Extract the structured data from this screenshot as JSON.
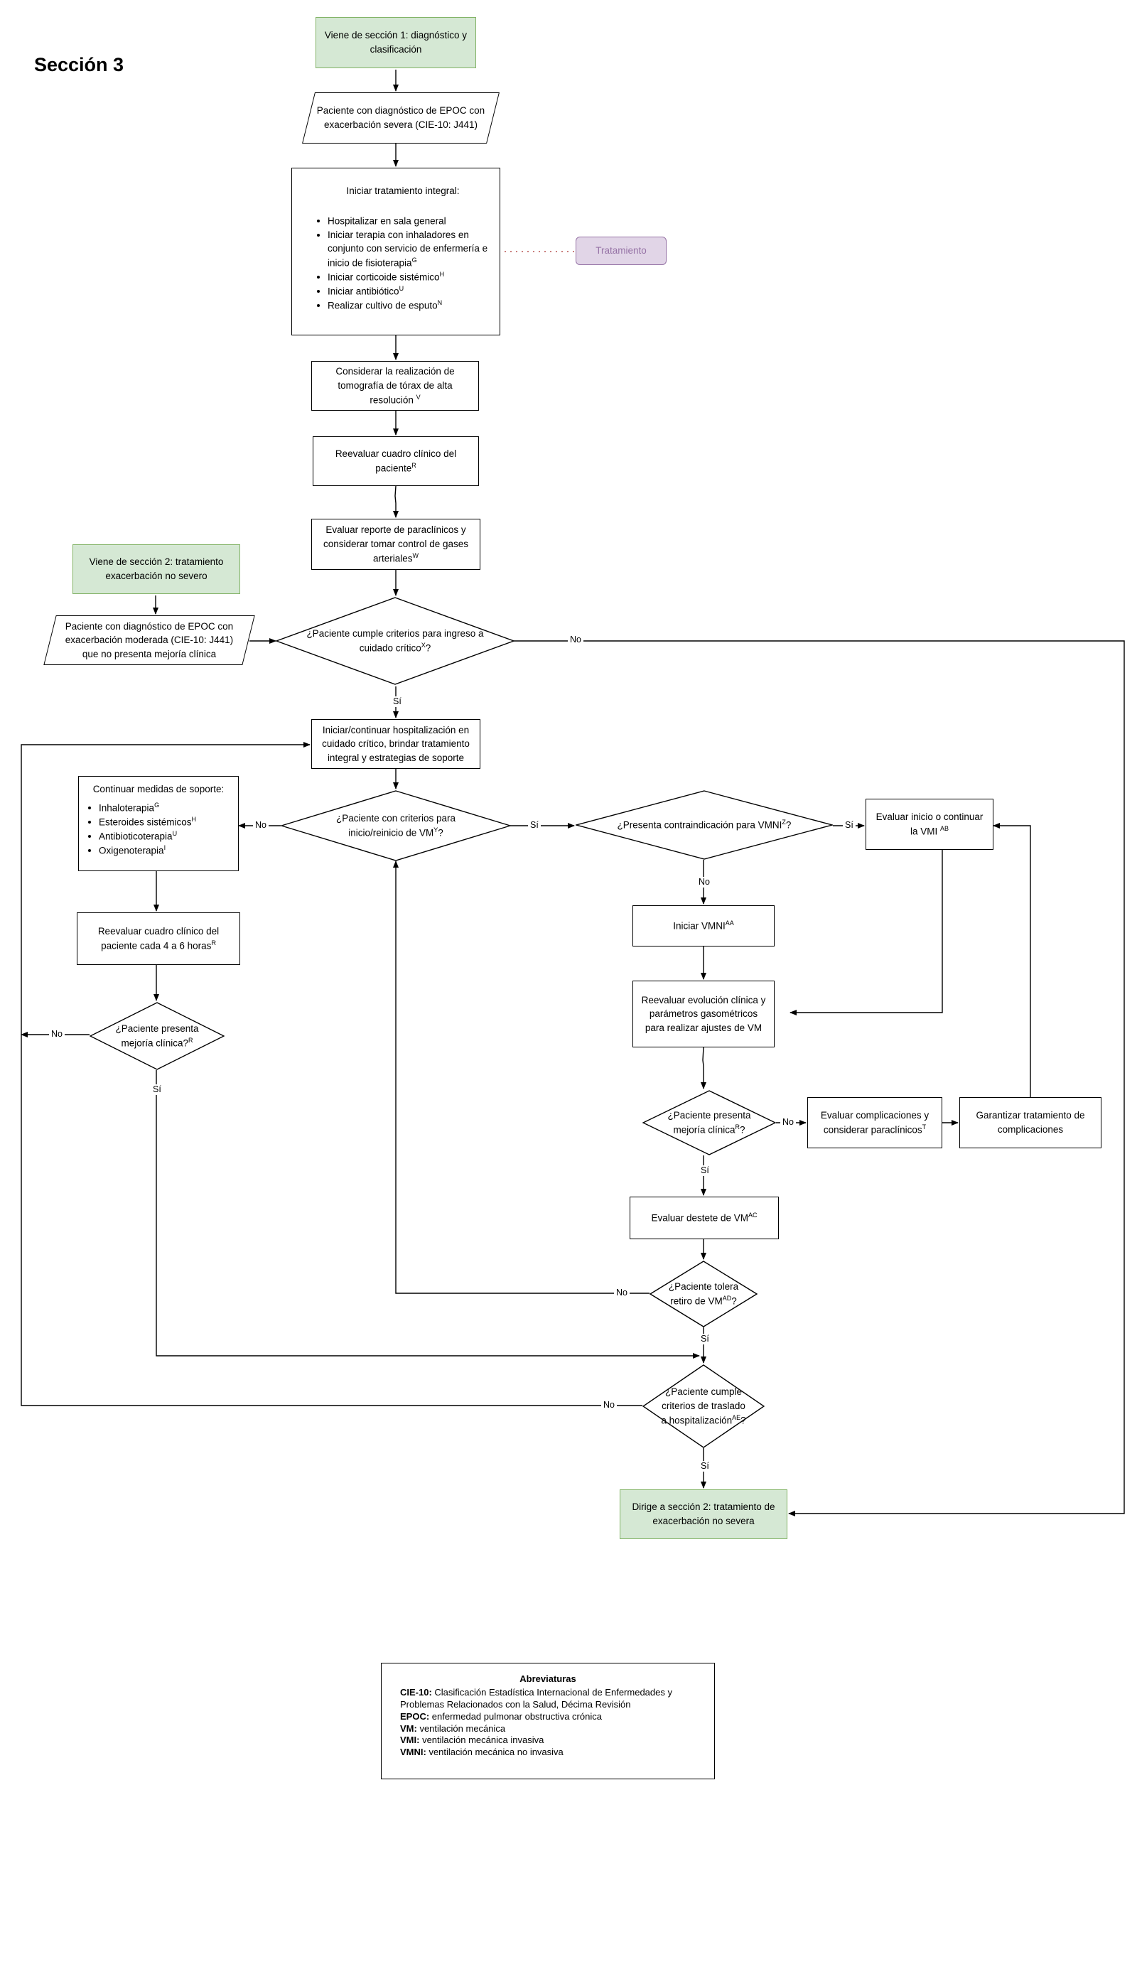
{
  "title": "Sección 3",
  "nodes": {
    "start1": "Viene de sección 1: diagnóstico y clasificación",
    "diag_severe": "Paciente con diagnóstico de EPOC con exacerbación severa (CIE-10: J441)",
    "treatment_head": "Iniciar tratamiento integral:",
    "treatment_items": [
      {
        "t": "Hospitalizar en sala general",
        "s": ""
      },
      {
        "t": "Iniciar terapia con inhaladores en conjunto con servicio de enfermería e inicio de fisioterapia",
        "s": "G"
      },
      {
        "t": "Iniciar corticoide sistémico",
        "s": "H"
      },
      {
        "t": "Iniciar antibiótico",
        "s": "U"
      },
      {
        "t": "Realizar cultivo de esputo",
        "s": "N"
      }
    ],
    "treatment_tag": "Tratamiento",
    "tomography": {
      "t": "Considerar la realización de tomografía de tórax de alta resolución",
      "s": "V"
    },
    "reeval1": {
      "t": "Reevaluar cuadro clínico del paciente",
      "s": "R"
    },
    "paraclinics": {
      "t": "Evaluar reporte de paraclínicos y considerar tomar control de gases arteriales",
      "s": "W"
    },
    "start2": "Viene de sección 2: tratamiento exacerbación no severo",
    "diag_moderate": "Paciente con diagnóstico de EPOC con exacerbación moderada (CIE-10: J441) que no presenta mejoría clínica",
    "icu_criteria": {
      "t": "¿Paciente cumple criterios para ingreso a cuidado crítico",
      "s": "X",
      "e": "?"
    },
    "icu_start": "Iniciar/continuar hospitalización en cuidado crítico, brindar tratamiento integral y estrategias de soporte",
    "support_head": "Continuar medidas de soporte:",
    "support_items": [
      {
        "t": "Inhaloterapia",
        "s": "G"
      },
      {
        "t": "Esteroides sistémicos",
        "s": "H"
      },
      {
        "t": "Antibioticoterapia",
        "s": "U"
      },
      {
        "t": "Oxigenoterapia",
        "s": "I"
      }
    ],
    "vm_criteria": {
      "t": "¿Paciente con criterios para inicio/reinicio de VM",
      "s": "Y",
      "e": "?"
    },
    "vmni_contra": {
      "t": "¿Presenta contraindicación para VMNI",
      "s": "Z",
      "e": "?"
    },
    "eval_vmi": {
      "t": "Evaluar inicio o continuar la VMI ",
      "s": "AB"
    },
    "start_vmni": {
      "t": "Iniciar VMNI",
      "s": "AA"
    },
    "reeval_vm": "Reevaluar evolución clínica y parámetros gasométricos para realizar ajustes de VM",
    "reeval_4_6": {
      "t": "Reevaluar cuadro clínico del paciente cada 4 a 6 horas",
      "s": "R"
    },
    "improve1": {
      "t": "¿Paciente presenta mejoría clínica?",
      "s": "R"
    },
    "improve2": {
      "t": "¿Paciente presenta mejoría clínica",
      "s": "R",
      "e": "?"
    },
    "complications": {
      "t": "Evaluar complicaciones y considerar paraclínicos",
      "s": "T"
    },
    "guarantee": "Garantizar tratamiento de complicaciones",
    "weaning": {
      "t": "Evaluar destete de VM",
      "s": "AC"
    },
    "tolerate": {
      "t": "¿Paciente tolera retiro de VM",
      "s": "AD",
      "e": "?"
    },
    "transfer": {
      "t": "¿Paciente cumple criterios de traslado a hospitalización",
      "s": "AE",
      "e": "?"
    },
    "end": "Dirige a sección 2: tratamiento de exacerbación no severa"
  },
  "labels": {
    "yes": "Sí",
    "no": "No"
  },
  "abbreviations": {
    "heading": "Abreviaturas",
    "items": [
      {
        "k": "CIE-10:",
        "v": " Clasificación Estadística Internacional de Enfermedades y Problemas Relacionados con la Salud, Décima Revisión"
      },
      {
        "k": "EPOC:",
        "v": " enfermedad pulmonar obstructiva crónica"
      },
      {
        "k": "VM:",
        "v": " ventilación mecánica"
      },
      {
        "k": "VMI:",
        "v": " ventilación mecánica invasiva"
      },
      {
        "k": "VMNI:",
        "v": " ventilación mecánica no invasiva"
      }
    ]
  },
  "colors": {
    "start_fill": "#d5e8d4",
    "start_stroke": "#82b366",
    "tag_fill": "#e1d5e7",
    "tag_stroke": "#9673a6",
    "dotted_link": "#b85450"
  }
}
